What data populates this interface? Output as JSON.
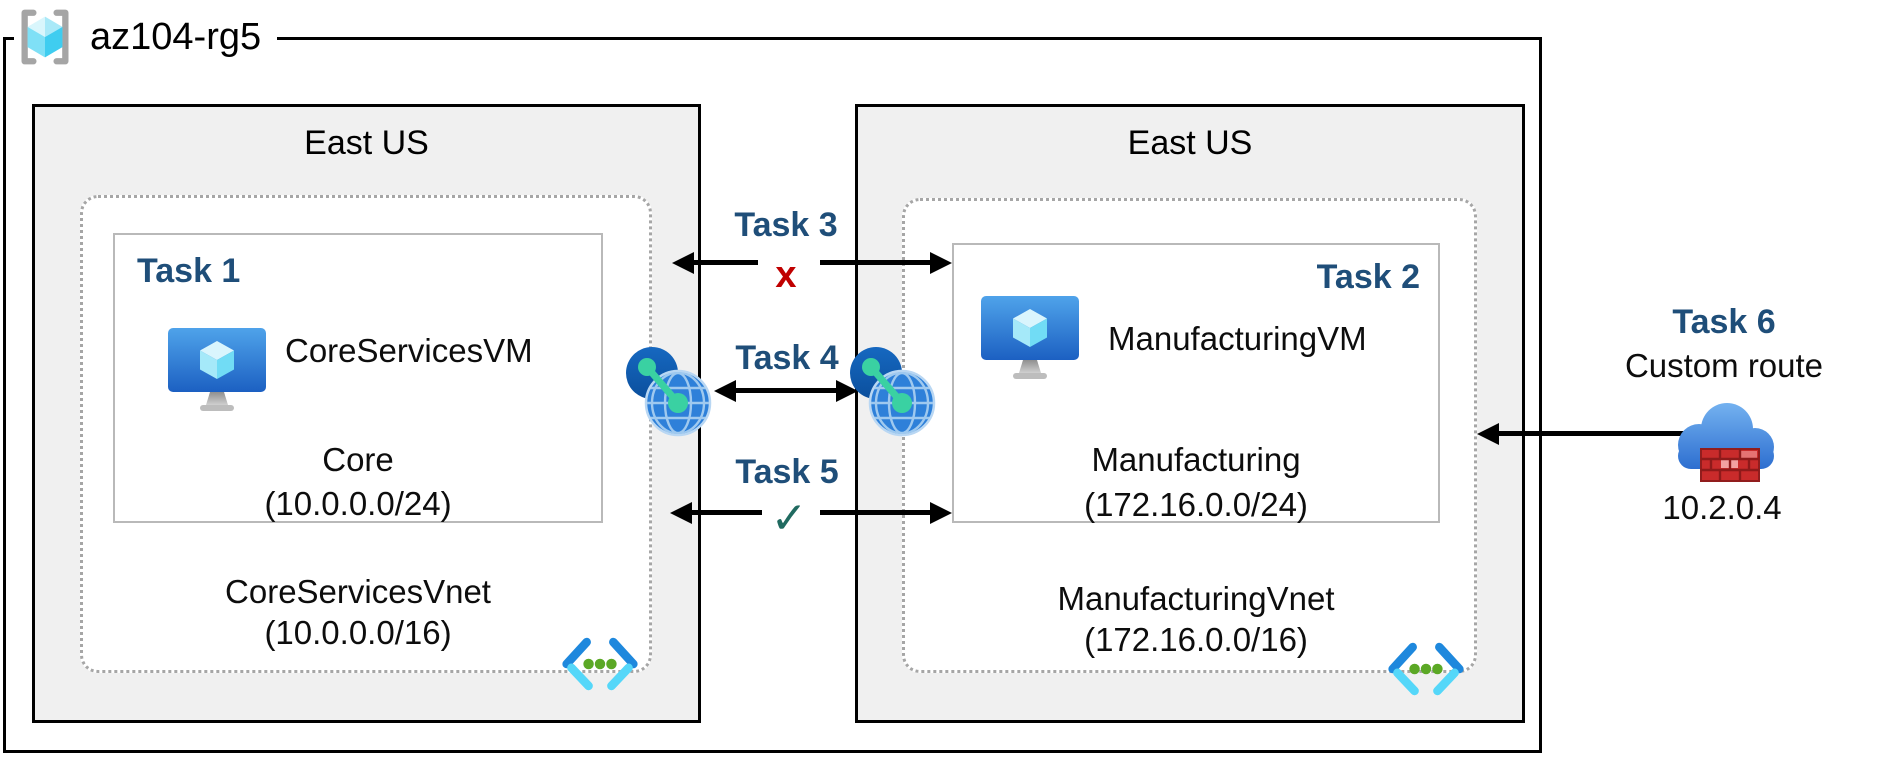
{
  "resource_group": {
    "name": "az104-rg5"
  },
  "left_region": {
    "title": "East US",
    "task_label": "Task 1",
    "vm_name": "CoreServicesVM",
    "subnet_name": "Core",
    "subnet_cidr": "(10.0.0.0/24)",
    "vnet_name": "CoreServicesVnet",
    "vnet_cidr": "(10.0.0.0/16)"
  },
  "right_region": {
    "title": "East US",
    "task_label": "Task 2",
    "vm_name": "ManufacturingVM",
    "subnet_name": "Manufacturing",
    "subnet_cidr": "(172.16.0.0/24)",
    "vnet_name": "ManufacturingVnet",
    "vnet_cidr": "(172.16.0.0/16)"
  },
  "connections": {
    "task3": {
      "label": "Task 3",
      "status_glyph": "x",
      "status_meaning": "blocked"
    },
    "task4": {
      "label": "Task 4"
    },
    "task5": {
      "label": "Task 5",
      "status_glyph": "✓",
      "status_meaning": "allowed"
    },
    "task6": {
      "label": "Task 6",
      "description": "Custom route",
      "appliance_ip": "10.2.0.4"
    }
  },
  "icons": {
    "resource_group_icon": "azure-resource-group",
    "vm_icon": "azure-virtual-machine",
    "peering_icon": "network-peering-globe",
    "vnet_icon": "azure-virtual-network",
    "nva_icon": "cloud-firewall-appliance"
  },
  "colors": {
    "task_label": "#1F4E79",
    "blocked_x": "#C00000",
    "allowed_check": "#206A60",
    "region_fill": "#F0F0F0",
    "dotted_border": "#A6A6A6",
    "subnet_border": "#B9B9B9",
    "arrow": "#000000"
  }
}
